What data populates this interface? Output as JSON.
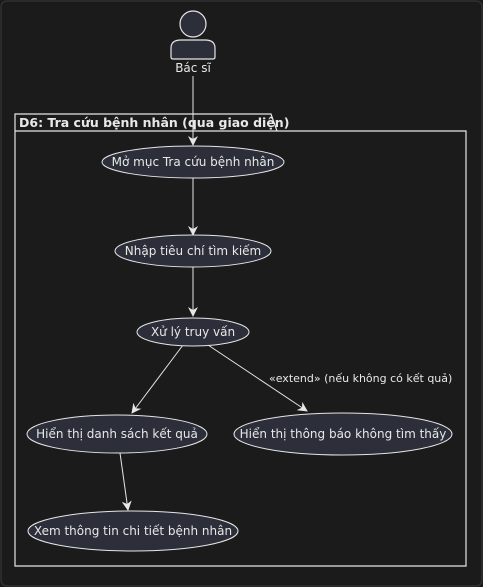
{
  "actor": {
    "label": "Bác sĩ"
  },
  "package": {
    "title": "D6: Tra cứu bệnh nhân (qua giao diện)"
  },
  "use_cases": {
    "open": "Mở mục Tra cứu bệnh nhân",
    "input": "Nhập tiêu chí tìm kiếm",
    "process": "Xử lý truy vấn",
    "show_list": "Hiển thị danh sách kết quả",
    "show_none": "Hiển thị thông báo không tìm thấy",
    "view_detail": "Xem thông tin chi tiết bệnh nhân"
  },
  "relations": {
    "extend_label": "«extend» (nếu không có kết quả)"
  },
  "colors": {
    "background": "#1b1b1b",
    "stroke": "#e6e6e6",
    "actor_fill": "#2c2f3a",
    "usecase_fill": "#2c2f3a"
  }
}
